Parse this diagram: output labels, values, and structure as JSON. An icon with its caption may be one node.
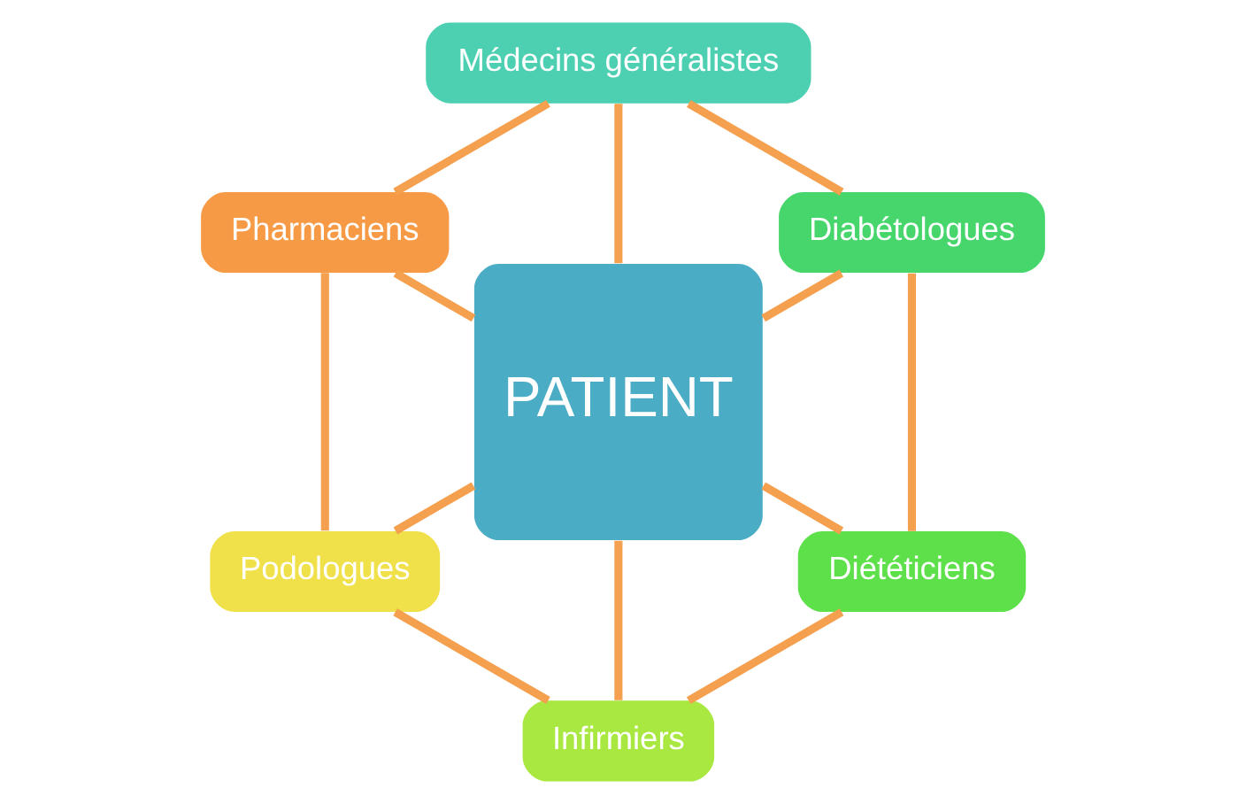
{
  "diagram": {
    "nodes": [
      {
        "text": [
          "Médecins généralistes"
        ]
      },
      {
        "text": [
          "Pharmaciens"
        ]
      },
      {
        "text": [
          "Diabétologues"
        ]
      },
      {
        "text": [
          "PATIENT"
        ]
      },
      {
        "text": [
          "Diététiciens"
        ]
      },
      {
        "text": [
          "Podologues"
        ]
      },
      {
        "text": [
          "Infirmiers"
        ]
      }
    ],
    "edges": [
      {
        "from": 3,
        "to": 0,
        "arrow": "none"
      },
      {
        "from": 3,
        "to": 2,
        "arrow": "none"
      },
      {
        "from": 3,
        "to": 4,
        "arrow": "none"
      },
      {
        "from": 3,
        "to": 6,
        "arrow": "none"
      },
      {
        "from": 3,
        "to": 5,
        "arrow": "none"
      },
      {
        "from": 3,
        "to": 1,
        "arrow": "none"
      },
      {
        "from": 0,
        "to": 2,
        "arrow": "none"
      },
      {
        "from": 2,
        "to": 4,
        "arrow": "none"
      },
      {
        "from": 4,
        "to": 6,
        "arrow": "none"
      },
      {
        "from": 6,
        "to": 5,
        "arrow": "none"
      },
      {
        "from": 5,
        "to": 1,
        "arrow": "none"
      },
      {
        "from": 1,
        "to": 0,
        "arrow": "none"
      }
    ]
  }
}
